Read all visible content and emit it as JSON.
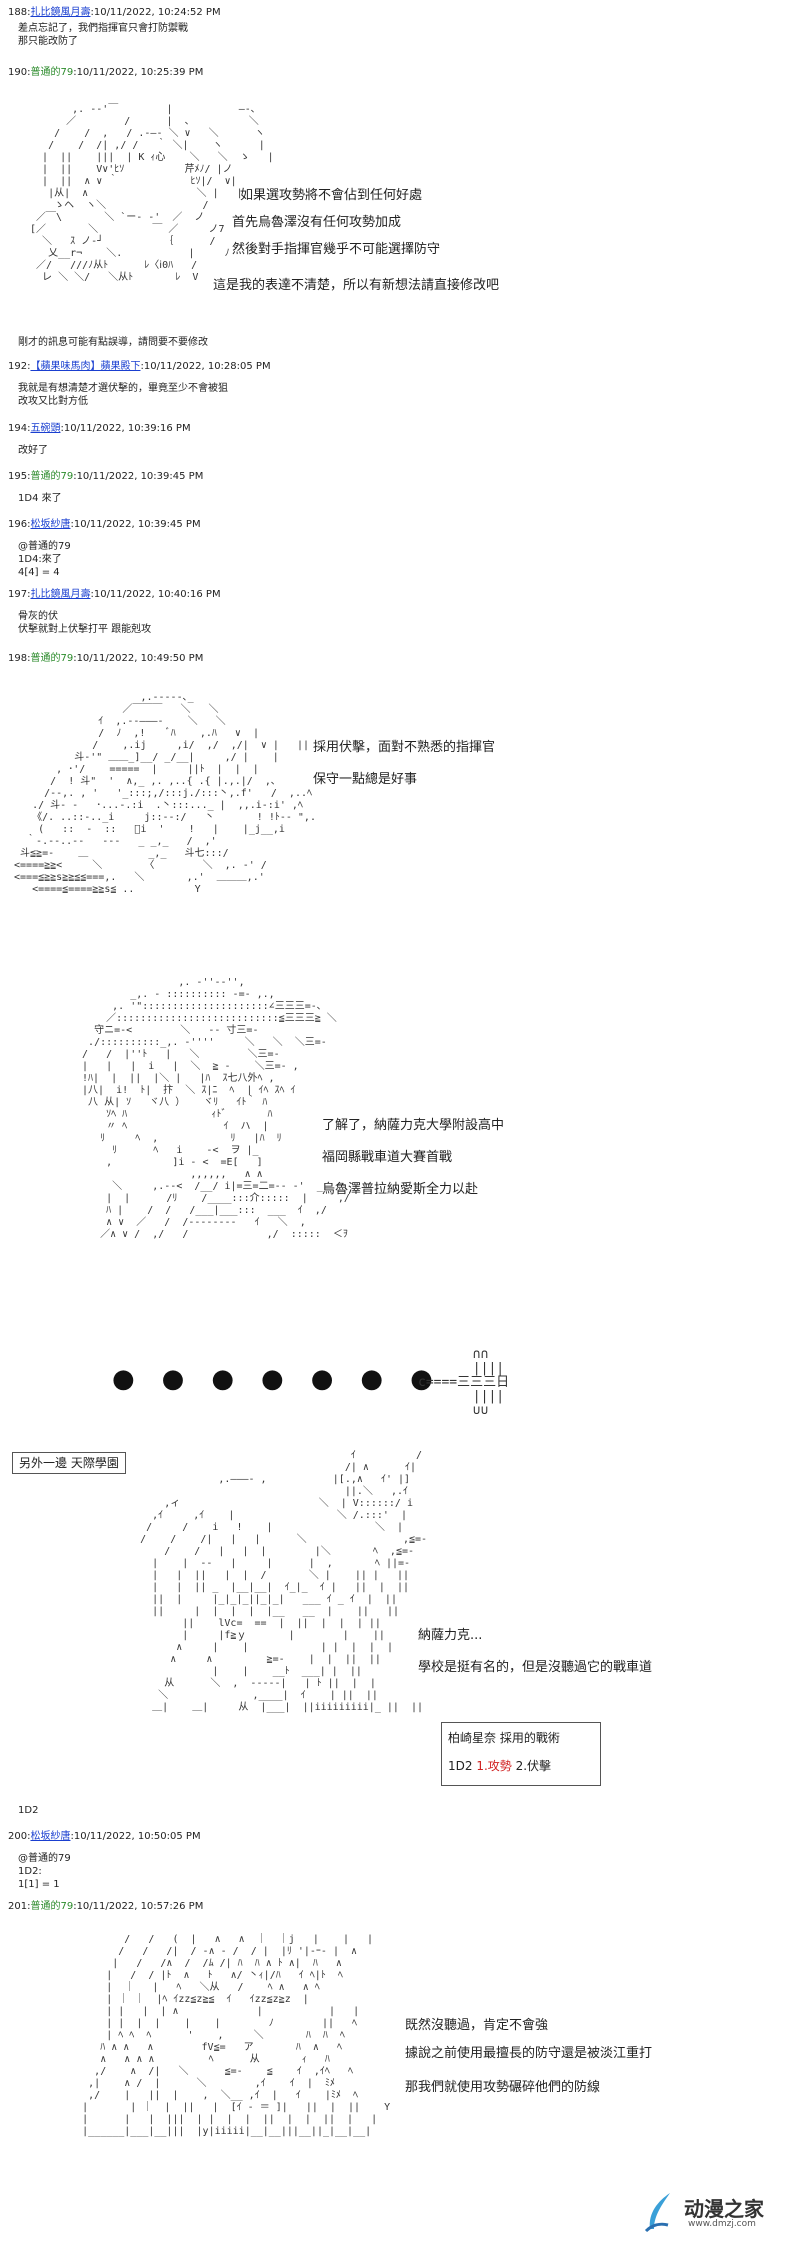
{
  "posts": [
    {
      "num": "188:",
      "name": "扎比鏡風月壽",
      "time": ":10/11/2022, 10:24:52 PM",
      "body": [
        "差点忘記了，我們指揮官只會打防禦戰",
        "那只能改防了"
      ]
    },
    {
      "num": "190:",
      "name": "普通的79",
      "time": ":10/11/2022, 10:25:39 PM"
    },
    {
      "num": "192:",
      "name": "【蘋果味馬肉】蘋果殿下",
      "time": ":10/11/2022, 10:28:05 PM",
      "body": [
        "我就是有想清楚才選伏擊的，畢竟至少不會被狙",
        "改攻又比對方低"
      ]
    },
    {
      "num": "194:",
      "name": "五碗頭",
      "time": ":10/11/2022, 10:39:16 PM",
      "body": [
        "改好了"
      ]
    },
    {
      "num": "195:",
      "name": "普通的79",
      "time": ":10/11/2022, 10:39:45 PM",
      "body": [
        "1D4 來了"
      ]
    },
    {
      "num": "196:",
      "name": "松坂紗唐",
      "time": ":10/11/2022, 10:39:45 PM",
      "body": [
        "@普通的79",
        "1D4:來了",
        "4[4] = 4"
      ]
    },
    {
      "num": "197:",
      "name": "扎比鏡風月壽",
      "time": ":10/11/2022, 10:40:16 PM",
      "body": [
        "骨灰的伏",
        "伏擊就對上伏擊打平 跟能剋攻"
      ]
    },
    {
      "num": "198:",
      "name": "普通的79",
      "time": ":10/11/2022, 10:49:50 PM"
    },
    {
      "num": "200:",
      "name": "松坂紗唐",
      "time": ":10/11/2022, 10:50:05 PM",
      "body": [
        "@普通的79",
        "1D2:",
        "1[1] = 1"
      ]
    },
    {
      "num": "201:",
      "name": "普通的79",
      "time": ":10/11/2022, 10:57:26 PM"
    }
  ],
  "note_after_190": "剛才的訊息可能有點誤導，請問要不要修改",
  "dialog190": [
    "如果選攻勢將不會佔到任何好處",
    "首先烏魯澤沒有任何攻勢加成",
    "然後對手指揮官幾乎不可能選擇防守",
    "這是我的表達不清楚，所以有新想法請直接修改吧"
  ],
  "dialog198": [
    "採用伏擊，面對不熟悉的指揮官",
    "保守一點總是好事"
  ],
  "dialog_scene2": [
    "了解了，納薩力克大學附設高中",
    "福岡縣戰車道大賽首戰",
    "烏魯澤普拉納愛斯全力以赴"
  ],
  "scene_title": "另外一邊 天際學園",
  "dialog_scene3": [
    "納薩力克...",
    "學校是挺有名的，但是沒聽過它的戰車道"
  ],
  "choice_box": {
    "title": "柏崎星奈 採用的戰術",
    "prefix": "1D2 ",
    "opt1": "1.攻勢",
    "opt2": " 2.伏擊"
  },
  "roll_1d2": "1D2",
  "dialog201": [
    "既然沒聽過，肯定不會強",
    "據說之前使用最擅長的防守還是被淡江重打",
    "那我們就使用攻勢碾碎他們的防線"
  ],
  "dots": "●●●●●●●",
  "watermark": {
    "text": "动漫之家",
    "url": "www.dmzj.com"
  },
  "colors": {
    "link": "#1a3fd0",
    "green_name": "#2a8a2a",
    "accent_red": "#d02020"
  }
}
